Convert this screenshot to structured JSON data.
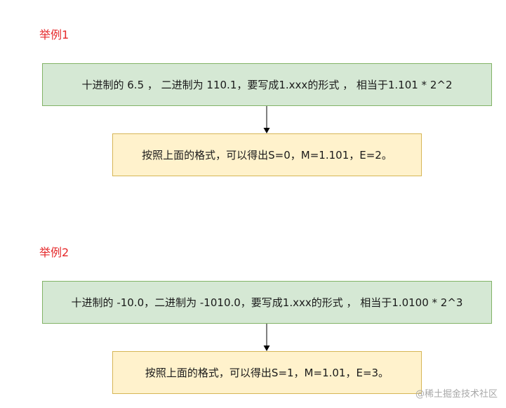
{
  "example1": {
    "label": "举例1",
    "top_box": "十进制的 6.5 ， 二进制为 110.1，要写成1.xxx的形式 ， 相当于1.101 * 2^2",
    "bottom_box": "按照上面的格式，可以得出S=0，M=1.101，E=2。"
  },
  "example2": {
    "label": "举例2",
    "top_box": "十进制的 -10.0，二进制为 -1010.0，要写成1.xxx的形式 ， 相当于1.0100 * 2^3",
    "bottom_box": "按照上面的格式，可以得出S=1，M=1.01，E=3。"
  },
  "watermark": "@稀土掘金技术社区",
  "colors": {
    "label_red": "#e5282a",
    "green_fill": "#d5e8d4",
    "green_stroke": "#82b366",
    "yellow_fill": "#fff2cc",
    "yellow_stroke": "#d6b656"
  }
}
